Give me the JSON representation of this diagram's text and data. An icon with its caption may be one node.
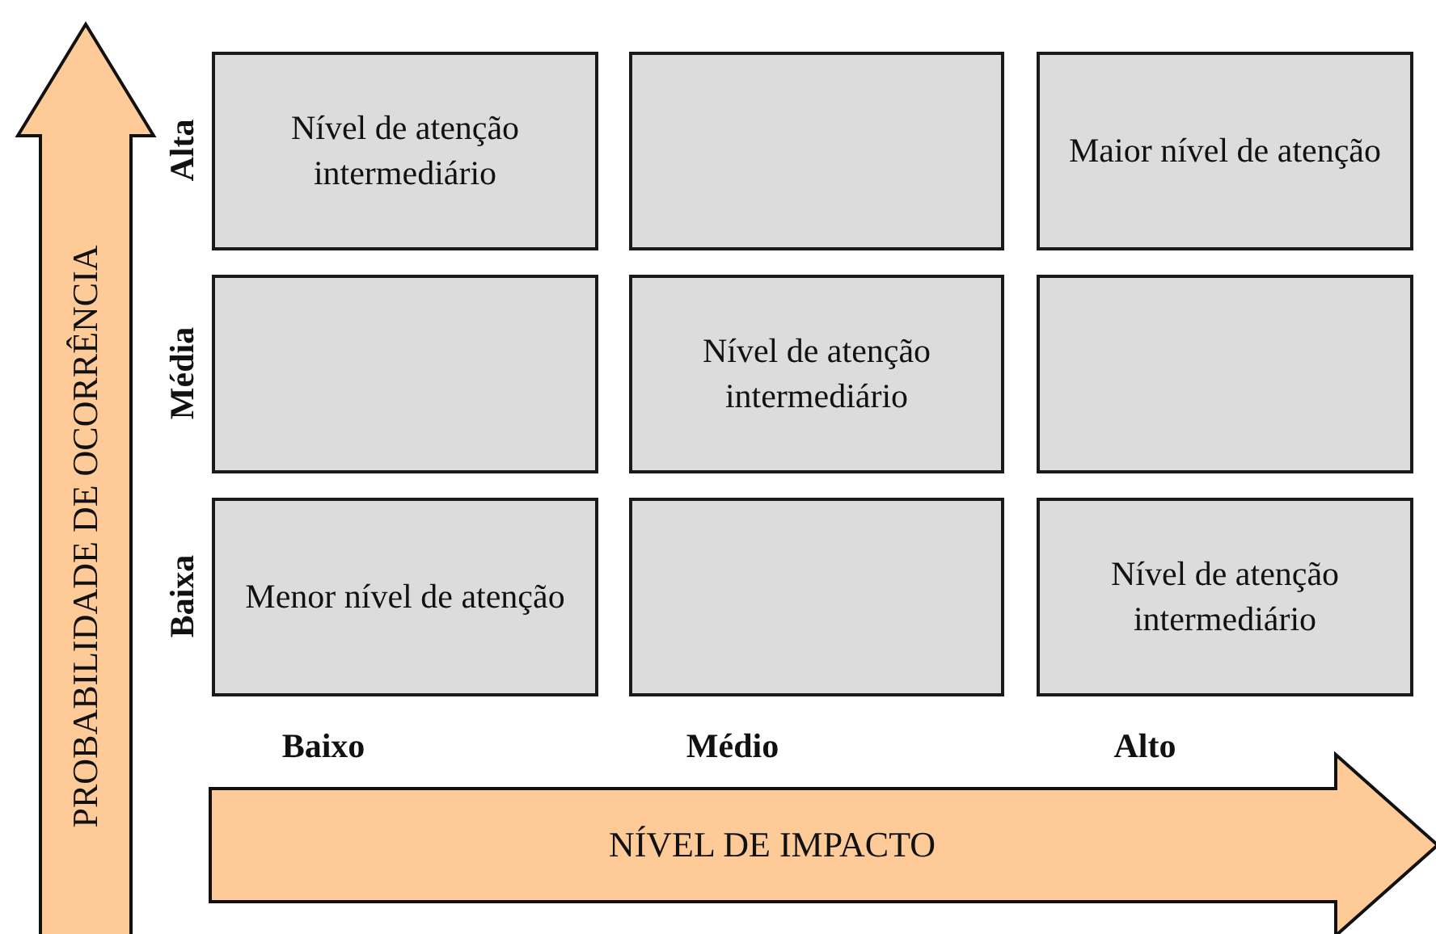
{
  "diagram": {
    "nodes": [
      {
        "text": [
          "Nível de atenção intermediário"
        ]
      },
      {
        "text": [],
        "shape": "box"
      },
      {
        "text": [
          "Maior nível de atenção"
        ]
      },
      {
        "text": [],
        "shape": "box"
      },
      {
        "text": [
          "Nível de atenção intermediário"
        ]
      },
      {
        "text": [],
        "shape": "box"
      },
      {
        "text": [
          "Menor nível de atenção"
        ]
      },
      {
        "text": [],
        "shape": "box"
      },
      {
        "text": [
          "Nível de atenção intermediário"
        ]
      },
      {
        "text": [
          "PROBABILIDADE DE OCORRÊNCIA"
        ]
      },
      {
        "text": [
          "NÍVEL DE IMPACTO"
        ]
      }
    ],
    "labels": [
      "Alta",
      "Média",
      "Baixa",
      "Baixo",
      "Médio",
      "Alto"
    ]
  }
}
